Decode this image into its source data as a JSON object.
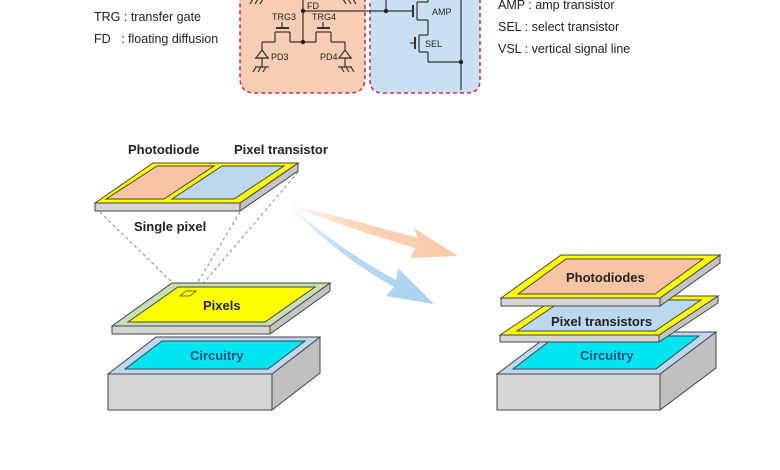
{
  "legend_left": [
    {
      "abbr": "TRG",
      "sep": " : ",
      "desc": "transfer gate"
    },
    {
      "abbr": "FD",
      "sep": "   : ",
      "desc": "floating diffusion"
    }
  ],
  "legend_right": [
    {
      "abbr": "AMP",
      "sep": " : ",
      "desc": "amp transistor"
    },
    {
      "abbr": "SEL",
      "sep": " : ",
      "desc": "select transistor"
    },
    {
      "abbr": "VSL",
      "sep": " : ",
      "desc": "vertical signal line"
    }
  ],
  "circuit": {
    "labels": {
      "fd": "FD",
      "trg3": "TRG3",
      "trg4": "TRG4",
      "pd3": "PD3",
      "pd4": "PD4",
      "amp": "AMP",
      "sel": "SEL"
    },
    "colors": {
      "photodiode_region": "#f7cdb4",
      "transistor_region": "#c9e0f2",
      "border": "#c0304a"
    }
  },
  "single_pixel": {
    "label_photodiode": "Photodiode",
    "label_transistor": "Pixel transistor",
    "caption": "Single pixel"
  },
  "left_stack": {
    "top_layer": "Pixels",
    "bottom_layer": "Circuitry"
  },
  "right_stack": {
    "layer1": "Photodiodes",
    "layer2": "Pixel transistors",
    "layer3": "Circuitry"
  },
  "colors": {
    "yellow": "#ffff00",
    "salmon": "#f8c4a4",
    "light_blue": "#bcd8ee",
    "cyan": "#00e5f0",
    "gray": "#d6d6d6",
    "green_frame": "#c7dfb5",
    "arrow_orange": "#f9c9a8",
    "arrow_blue": "#a9d2ee"
  }
}
